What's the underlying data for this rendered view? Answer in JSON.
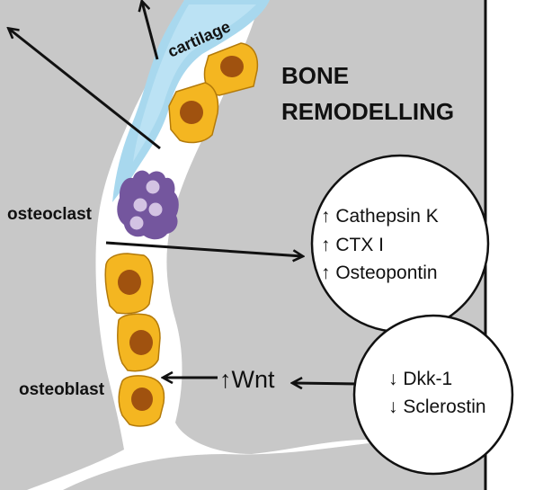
{
  "labels": {
    "cartilage": "cartilage",
    "title_line1": "BONE",
    "title_line2": "REMODELLING",
    "osteoclast": "osteoclast",
    "osteoblast": "osteoblast",
    "wnt": "↑Wnt"
  },
  "circle_top": {
    "items": [
      "↑ Cathepsin K",
      "↑ CTX I",
      "↑ Osteopontin"
    ]
  },
  "circle_bottom": {
    "items": [
      "↓ Dkk-1",
      "↓ Sclerostin"
    ]
  },
  "colors": {
    "bone_gray": "#c8c8c8",
    "cartilage_blue": "#a8d8ee",
    "cartilage_light": "#bfe5f5",
    "osteoblast_fill": "#f4b621",
    "nucleus": "#a0520f",
    "osteoclast_fill": "#74569e",
    "osteoclast_nuclei": "#d3c3e3"
  }
}
